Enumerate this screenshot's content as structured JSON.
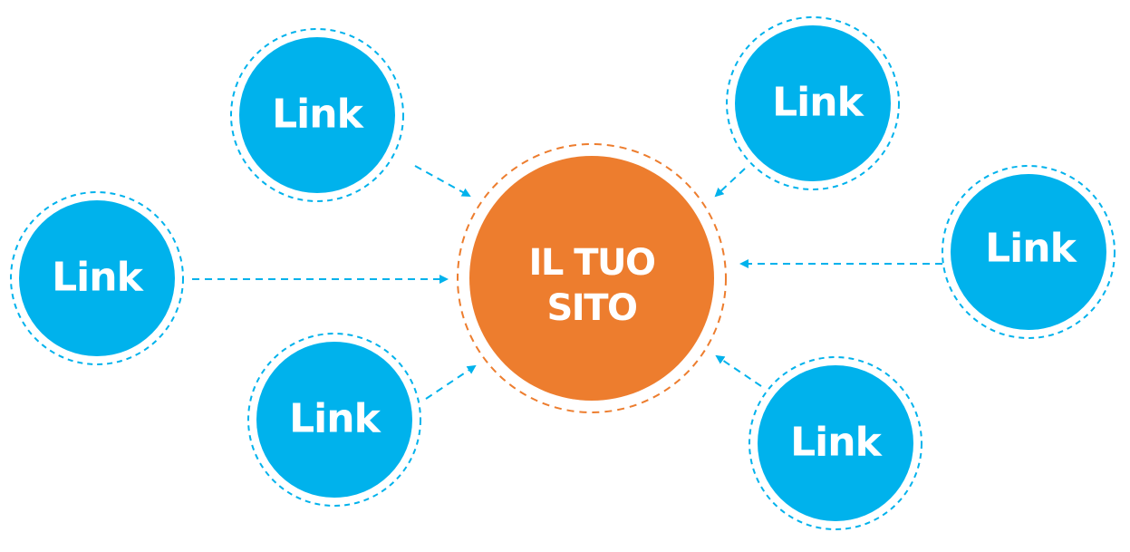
{
  "colors": {
    "link_fill": "#00b2ec",
    "hub_fill": "#ed7d2e",
    "background": "#ffffff"
  },
  "hub": {
    "line1": "IL TUO",
    "line2": "SITO"
  },
  "links": [
    {
      "label": "Link"
    },
    {
      "label": "Link"
    },
    {
      "label": "Link"
    },
    {
      "label": "Link"
    },
    {
      "label": "Link"
    },
    {
      "label": "Link"
    }
  ]
}
